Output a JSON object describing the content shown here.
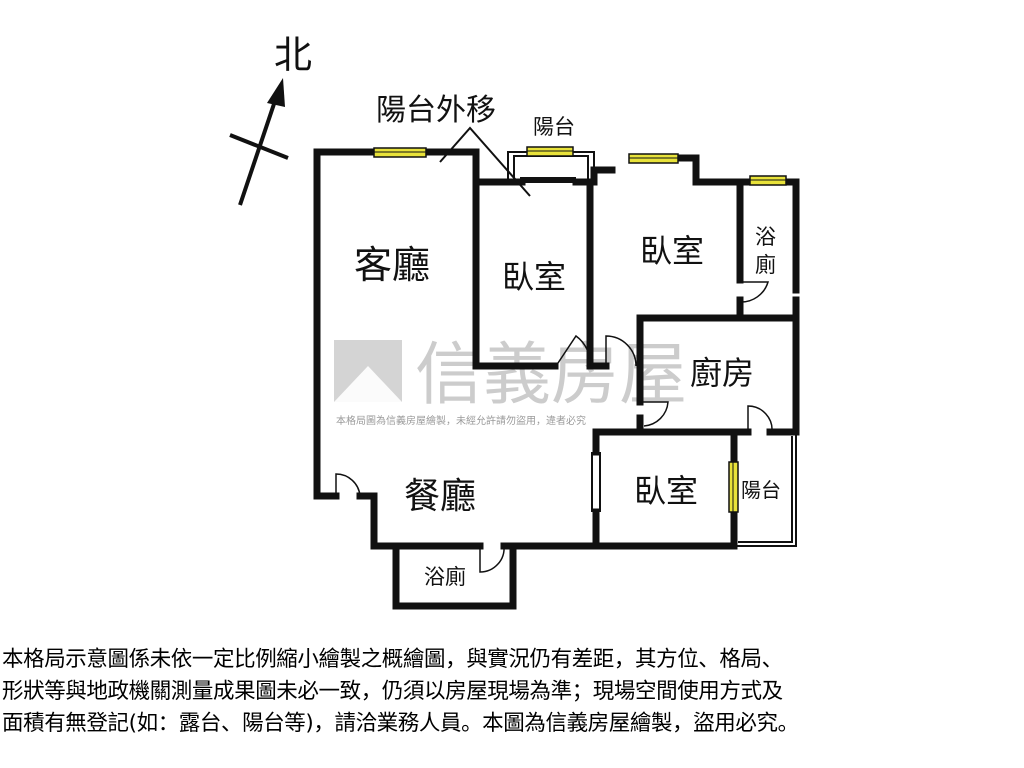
{
  "compass": {
    "north_label": "北"
  },
  "annotations": {
    "balcony_moved_out": "陽台外移",
    "balcony_top": "陽台"
  },
  "rooms": {
    "living_room": "客廳",
    "bedroom_1": "臥室",
    "bedroom_2": "臥室",
    "bathroom_1_line1": "浴",
    "bathroom_1_line2": "廁",
    "kitchen": "廚房",
    "dining_room": "餐廳",
    "bedroom_3": "臥室",
    "balcony_right": "陽台",
    "bathroom_2": "浴廁"
  },
  "watermark": {
    "brand": "信義房屋",
    "fine_print": "本格局圖為信義房屋繪製，未經允許請勿盜用，違者必究"
  },
  "disclaimer": {
    "line1": "本格局示意圖係未依一定比例縮小繪製之概繪圖，與實況仍有差距，其方位、格局、",
    "line2": "形狀等與地政機關測量成果圖未必一致，仍須以房屋現場為準；現場空間使用方式及",
    "line3": "面積有無登記(如：露台、陽台等)，請洽業務人員。本圖為信義房屋繪製，盜用必究。"
  },
  "colors": {
    "wall": "#111111",
    "window": "#e8e23a",
    "watermark": "#cfcfcf"
  }
}
